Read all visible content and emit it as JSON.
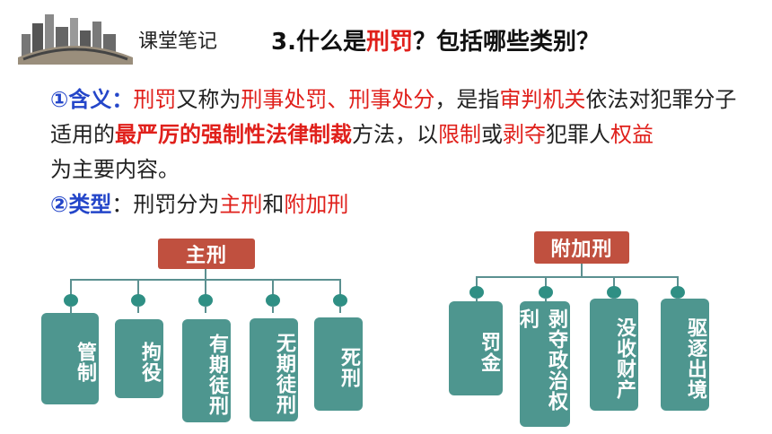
{
  "header": {
    "badge": "课堂笔记",
    "title_prefix": "3.什么是",
    "title_highlight": "刑罚",
    "title_suffix": "？包括哪些类别？"
  },
  "definition": {
    "label": "①含义：",
    "t1": "刑罚",
    "t2": "又称为",
    "t3": "刑事处罚、刑事处分",
    "t4": "，是指",
    "t5": "审判机关",
    "t6": "依法对犯罪分子适用的",
    "t7": "最严厉的强制性法律制裁",
    "t8": "方法，以",
    "t9": "限制",
    "t10": "或",
    "t11": "剥夺",
    "t12": "犯罪人",
    "t13": "权益",
    "t14": "为主要内容。"
  },
  "types": {
    "label": "②类型",
    "t1": "：刑罚分为",
    "t2": "主刑",
    "t3": "和",
    "t4": "附加刑"
  },
  "main_penalty": {
    "title": "主刑",
    "items": [
      "管制",
      "拘役",
      "有期徒刑",
      "无期徒刑",
      "死刑"
    ]
  },
  "additional_penalty": {
    "title": "附加刑",
    "items": [
      "罚金",
      "剥夺政治权利",
      "没收财产",
      "驱逐出境"
    ]
  },
  "colors": {
    "red": "#e0201b",
    "blue": "#2446c9",
    "header_box": "#c0503f",
    "item_box": "#4e968f"
  }
}
